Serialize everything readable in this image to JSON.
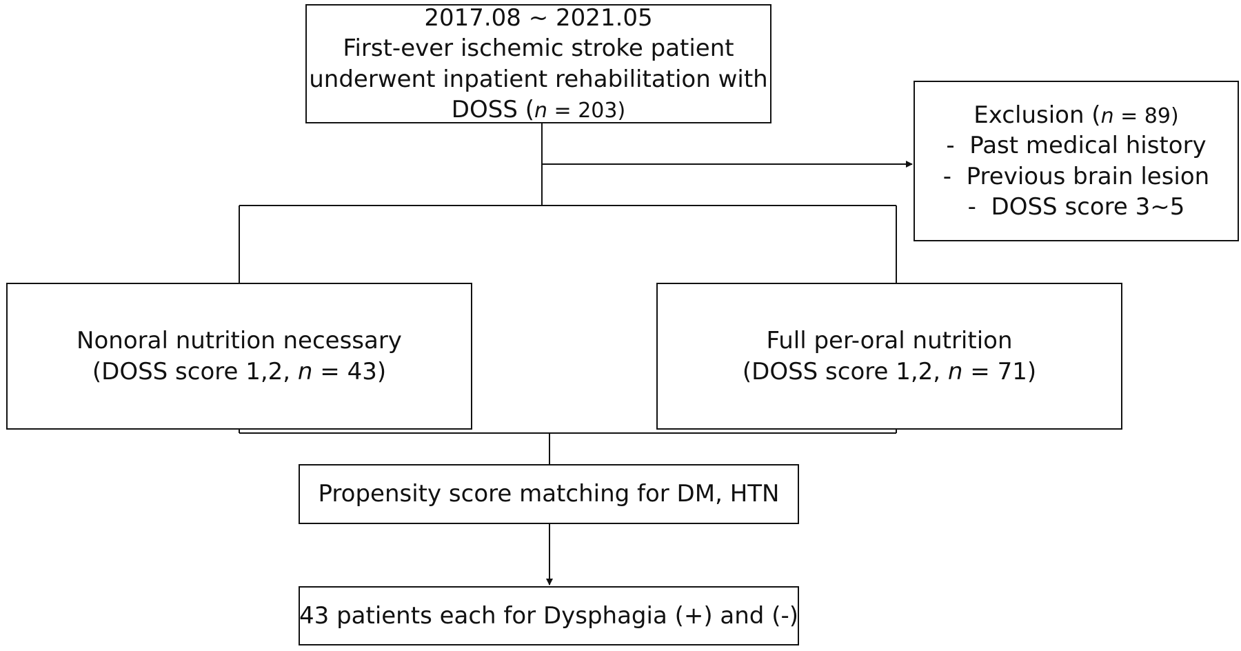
{
  "flowchart": {
    "start": {
      "line1": "2017.08 ~ 2021.05",
      "line2": "First-ever ischemic stroke patient",
      "line3": "underwent inpatient rehabilitation with",
      "line4_prefix": "DOSS (",
      "n_var": "n",
      "line4_suffix": " = 203)"
    },
    "exclusion": {
      "title_prefix": "Exclusion (",
      "n_var": "n",
      "title_suffix": " = 89)",
      "items": [
        "-  Past medical history",
        "-  Previous brain lesion",
        "-  DOSS score 3~5"
      ]
    },
    "nonoral": {
      "line1": "Nonoral nutrition necessary",
      "line2_prefix": "(DOSS score 1,2, ",
      "n_var": "n",
      "line2_suffix": " = 43)"
    },
    "peroral": {
      "line1": "Full per-oral nutrition",
      "line2_prefix": "(DOSS score 1,2, ",
      "n_var": "n",
      "line2_suffix": " = 71)"
    },
    "matching": {
      "label": "Propensity score matching for DM, HTN"
    },
    "result": {
      "label": "43 patients each for Dysphagia (+) and (-)"
    }
  },
  "colors": {
    "stroke": "#111111",
    "background": "#ffffff"
  }
}
